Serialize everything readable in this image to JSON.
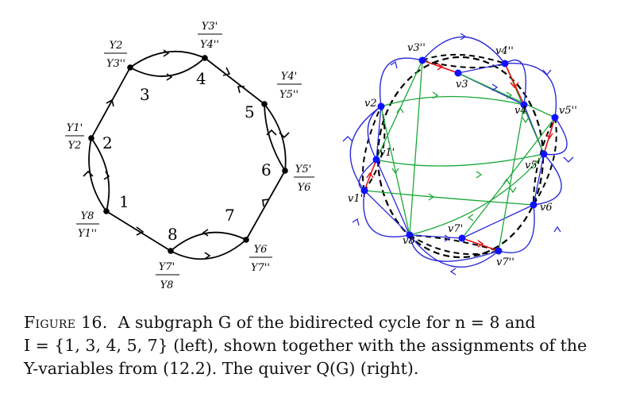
{
  "caption": {
    "label": "Figure 16.",
    "lines": [
      "A subgraph G of the bidirected cycle for n = 8 and",
      "I = {1, 3, 4, 5, 7} (left), shown together with the assignments of the",
      "Y-variables from (12.2). The quiver Q(G) (right)."
    ]
  },
  "left_graph": {
    "vertex_numbers": [
      "1",
      "2",
      "3",
      "4",
      "5",
      "6",
      "7",
      "8"
    ],
    "fractions": [
      {
        "num": "Y8",
        "den": "Y1''"
      },
      {
        "num": "Y1'",
        "den": "Y2"
      },
      {
        "num": "Y2",
        "den": "Y3''"
      },
      {
        "num": "Y3'",
        "den": "Y4''"
      },
      {
        "num": "Y4'",
        "den": "Y5''"
      },
      {
        "num": "Y5'",
        "den": "Y6"
      },
      {
        "num": "Y6",
        "den": "Y7''"
      },
      {
        "num": "Y7'",
        "den": "Y8"
      }
    ]
  },
  "right_quiver": {
    "labels": [
      "v3''",
      "v4''",
      "v3",
      "v2",
      "v4",
      "v5''",
      "v1'",
      "v5'",
      "v1''",
      "v6",
      "v7'",
      "v8",
      "v7''"
    ],
    "colors": {
      "blue": "#2a2ad8",
      "vertex": "#1010ff",
      "red": "#e01414",
      "green": "#1aa838",
      "dashed": "#000000"
    }
  }
}
